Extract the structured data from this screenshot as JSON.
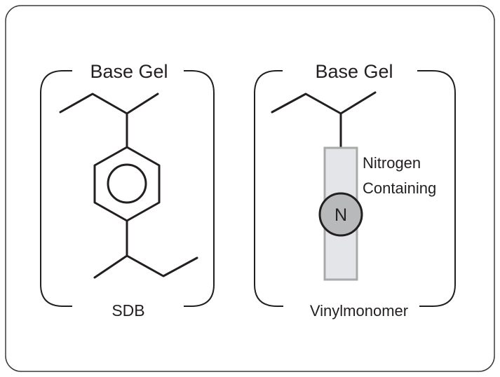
{
  "left_panel": {
    "title": "Base Gel",
    "caption": "SDB"
  },
  "right_panel": {
    "title": "Base Gel",
    "caption": "Vinylmonomer",
    "group_label_line1": "Nitrogen",
    "group_label_line2": "Containing",
    "atom_label": "N"
  },
  "colors": {
    "line": "#231f20",
    "frame": "#3a3a3a",
    "spacer_fill": "#e4e5e8",
    "spacer_stroke": "#a9a9a9",
    "atom_fill": "#b8b9bb"
  }
}
